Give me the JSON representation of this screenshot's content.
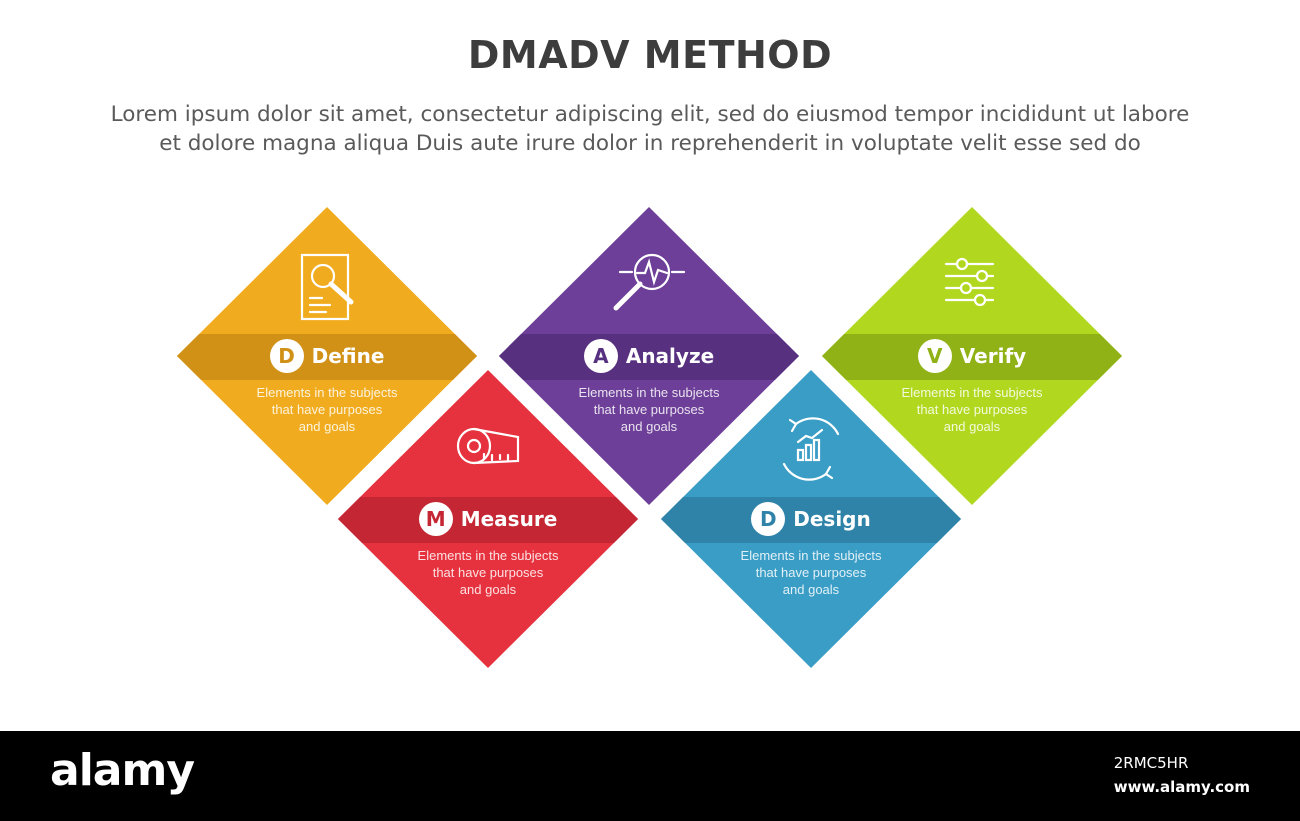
{
  "title": "DMADV METHOD",
  "subtitle": {
    "line1": "Lorem ipsum dolor sit amet, consectetur adipiscing elit, sed do eiusmod tempor incididunt ut labore",
    "line2": "et dolore magna aliqua Duis aute irure dolor in reprehenderit in voluptate velit esse sed do"
  },
  "steps": [
    {
      "letter": "D",
      "name": "Define",
      "color": "#f0ac1e",
      "band": "#d19016",
      "icon": "document-search-icon",
      "desc": [
        "Elements in the subjects",
        "that have purposes",
        "and  goals"
      ]
    },
    {
      "letter": "M",
      "name": "Measure",
      "color": "#e6323e",
      "band": "#c52633",
      "icon": "measuring-tape-icon",
      "desc": [
        "Elements in the subjects",
        "that have purposes",
        "and  goals"
      ]
    },
    {
      "letter": "A",
      "name": "Analyze",
      "color": "#6d3f98",
      "band": "#573080",
      "icon": "magnifier-analysis-icon",
      "desc": [
        "Elements in the subjects",
        "that have purposes",
        "and  goals"
      ]
    },
    {
      "letter": "D",
      "name": "Design",
      "color": "#3a9dc6",
      "band": "#2f83a8",
      "icon": "chart-cycle-icon",
      "desc": [
        "Elements in the subjects",
        "that have purposes",
        "and  goals"
      ]
    },
    {
      "letter": "V",
      "name": "Verify",
      "color": "#b1d81f",
      "band": "#90b216",
      "icon": "sliders-icon",
      "desc": [
        "Elements in the subjects",
        "that have purposes",
        "and  goals"
      ]
    }
  ],
  "footer": {
    "brand": "alamy",
    "image_id": "2RMC5HR",
    "url": "www.alamy.com"
  }
}
